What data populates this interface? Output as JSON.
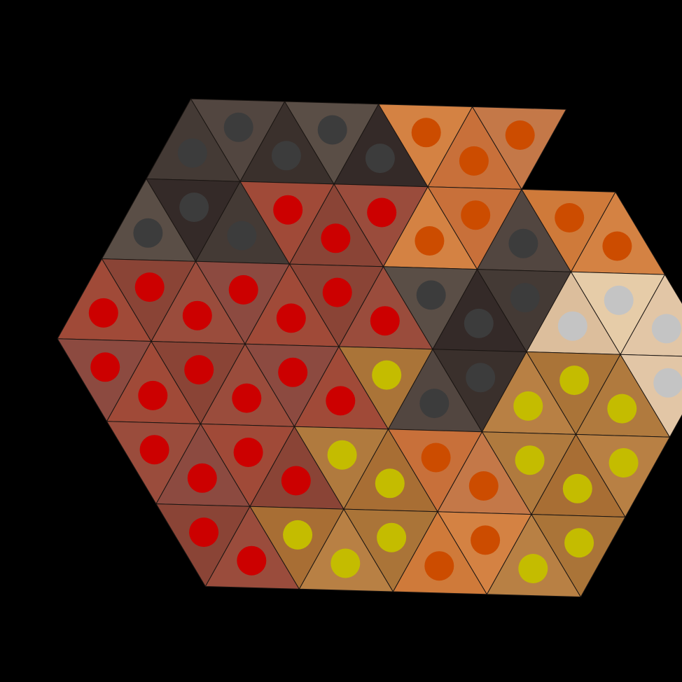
{
  "board": {
    "background": "#000000",
    "rows": [
      [
        "D",
        "D",
        "D",
        "D",
        "D",
        "O",
        "O",
        "O"
      ],
      [
        "D",
        "D",
        "D",
        "R",
        "R",
        "R",
        "O",
        "O",
        "D",
        "O",
        "O"
      ],
      [
        "R",
        "R",
        "R",
        "R",
        "R",
        "R",
        "R",
        "D",
        "D",
        "D",
        "S",
        "S",
        "S"
      ],
      [
        "R",
        "R",
        "R",
        "R",
        "R",
        "R",
        "Y",
        "D",
        "D",
        "Y",
        "Y",
        "Y",
        "S"
      ],
      [
        "R",
        "R",
        "R",
        "R",
        "Y",
        "Y",
        "O",
        "O",
        "Y",
        "Y",
        "Y"
      ],
      [
        "R",
        "R",
        "Y",
        "Y",
        "Y",
        "O",
        "O",
        "Y",
        "Y"
      ]
    ],
    "regions": {
      "D": {
        "name": "dark",
        "cell_colors": [
          "#443a35",
          "#524640",
          "#3a302c",
          "#5a4e46",
          "#342a28"
        ],
        "marker_color": "#3c3c3c"
      },
      "O": {
        "name": "orange",
        "cell_colors": [
          "#cf7a3a",
          "#d48243",
          "#c8703a",
          "#c47848"
        ],
        "marker_color": "#cc4c00"
      },
      "R": {
        "name": "red",
        "cell_colors": [
          "#9a4c3c",
          "#8c4a40",
          "#a04a38",
          "#8a4436"
        ],
        "marker_color": "#cc0000"
      },
      "Y": {
        "name": "yellow",
        "cell_colors": [
          "#b07a3e",
          "#a86e34",
          "#b88044",
          "#aa7438"
        ],
        "marker_color": "#c4bc00"
      },
      "S": {
        "name": "silver",
        "cell_colors": [
          "#e2c6a6",
          "#dcbe9c",
          "#e6cca8"
        ],
        "marker_color": "#c4c4c4"
      }
    },
    "salmon_override": {
      "marker_color": "#cc4c00",
      "cell_colors": [
        "#c96a48",
        "#cf7656"
      ]
    }
  }
}
